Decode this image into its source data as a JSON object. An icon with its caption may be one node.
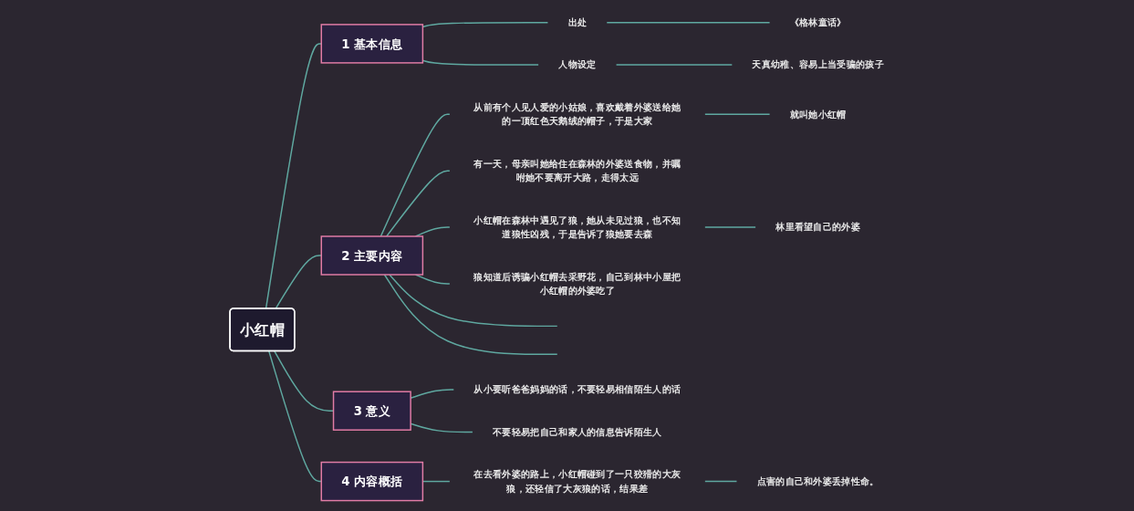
{
  "diagram": {
    "nodes": [
      {
        "text": [
          "小红帽"
        ]
      },
      {
        "text": [
          "1",
          "基本信息"
        ]
      },
      {
        "text": [
          "出处"
        ]
      },
      {
        "text": [
          "《格林童话》"
        ]
      },
      {
        "text": [
          "人物设定"
        ]
      },
      {
        "text": [
          "天真幼稚、容易上当受骗的孩子"
        ]
      },
      {
        "text": [
          "2",
          "主要内容"
        ]
      },
      {
        "text": [
          "从前有个人见人爱的小姑娘，喜欢戴着外婆送给她的一顶红色天鹅绒的帽子，于是大家"
        ]
      },
      {
        "text": [
          "就叫她小红帽"
        ]
      },
      {
        "text": [
          "有一天，母亲叫她给住在森林的外婆送食物，并嘱咐她不要离开大路，走得太远"
        ]
      },
      {
        "text": [
          "小红帽在森林中遇见了狼，她从未见过狼，也不知道狼性凶残，于是告诉了狼她要去森"
        ]
      },
      {
        "text": [
          "林里看望自己的外婆"
        ]
      },
      {
        "text": [
          "狼知道后诱骗小红帽去采野花，自己到林中小屋把小红帽的外婆吃了"
        ]
      },
      {
        "text": [
          "3",
          "意义"
        ]
      },
      {
        "text": [
          "从小要听爸爸妈妈的话，不要轻易相信陌生人的话"
        ]
      },
      {
        "text": [
          "不要轻易把自己和家人的信息告诉陌生人"
        ]
      },
      {
        "text": [
          "4",
          "内容概括"
        ]
      },
      {
        "text": [
          "在去看外婆的路上，小红帽碰到了一只狡猾的大灰狼，还轻信了大灰狼的话，结果差"
        ]
      },
      {
        "text": [
          "点害的自己和外婆丢掉性命。"
        ]
      }
    ],
    "edges": [
      {
        "from": 0,
        "to": 1,
        "arrow": "none"
      },
      {
        "from": 1,
        "to": 2,
        "arrow": "none"
      },
      {
        "from": 2,
        "to": 3,
        "arrow": "none"
      },
      {
        "from": 1,
        "to": 4,
        "arrow": "none"
      },
      {
        "from": 4,
        "to": 5,
        "arrow": "none"
      },
      {
        "from": 0,
        "to": 6,
        "arrow": "none"
      },
      {
        "from": 6,
        "to": 7,
        "arrow": "none"
      },
      {
        "from": 7,
        "to": 8,
        "arrow": "none"
      },
      {
        "from": 6,
        "to": 9,
        "arrow": "none"
      },
      {
        "from": 6,
        "to": 10,
        "arrow": "none"
      },
      {
        "from": 10,
        "to": 11,
        "arrow": "none"
      },
      {
        "from": 6,
        "to": 12,
        "arrow": "none"
      },
      {
        "from": 6,
        "to": null,
        "arrow": "none"
      },
      {
        "from": 6,
        "to": null,
        "arrow": "none"
      },
      {
        "from": 0,
        "to": 13,
        "arrow": "none"
      },
      {
        "from": 13,
        "to": 14,
        "arrow": "none"
      },
      {
        "from": 13,
        "to": 15,
        "arrow": "none"
      },
      {
        "from": 0,
        "to": 16,
        "arrow": "none"
      },
      {
        "from": 16,
        "to": 17,
        "arrow": "none"
      },
      {
        "from": 17,
        "to": 18,
        "arrow": "none"
      }
    ]
  }
}
